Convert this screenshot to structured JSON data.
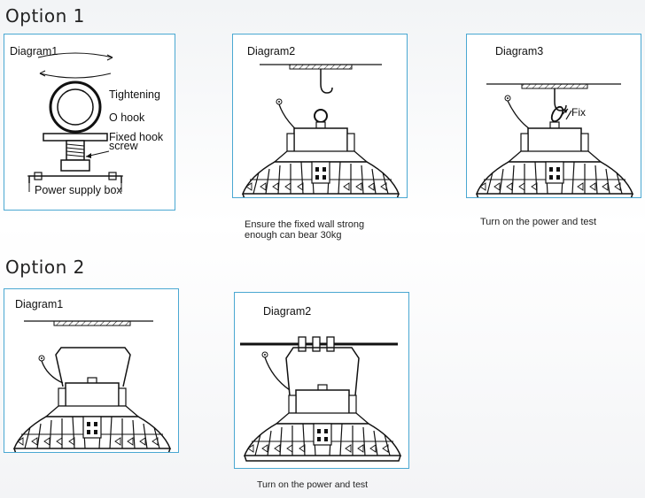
{
  "option1": {
    "title": "Option 1",
    "diagram1": {
      "label": "Diagram1",
      "tightening": "Tightening",
      "o_hook": "O hook",
      "fixed_hook_line1": "Fixed hook",
      "fixed_hook_line2": "screw",
      "power_box": "Power supply box"
    },
    "diagram2": {
      "label": "Diagram2",
      "caption_line1": "Ensure the fixed wall strong",
      "caption_line2": "enough can bear 30kg"
    },
    "diagram3": {
      "label": "Diagram3",
      "fix": "Fix",
      "caption": "Turn on the power and test"
    }
  },
  "option2": {
    "title": "Option 2",
    "diagram1": {
      "label": "Diagram1"
    },
    "diagram2": {
      "label": "Diagram2",
      "caption": "Turn on the power and test"
    }
  },
  "colors": {
    "panel_border": "#4aa8d2",
    "line": "#1a1a1a"
  }
}
